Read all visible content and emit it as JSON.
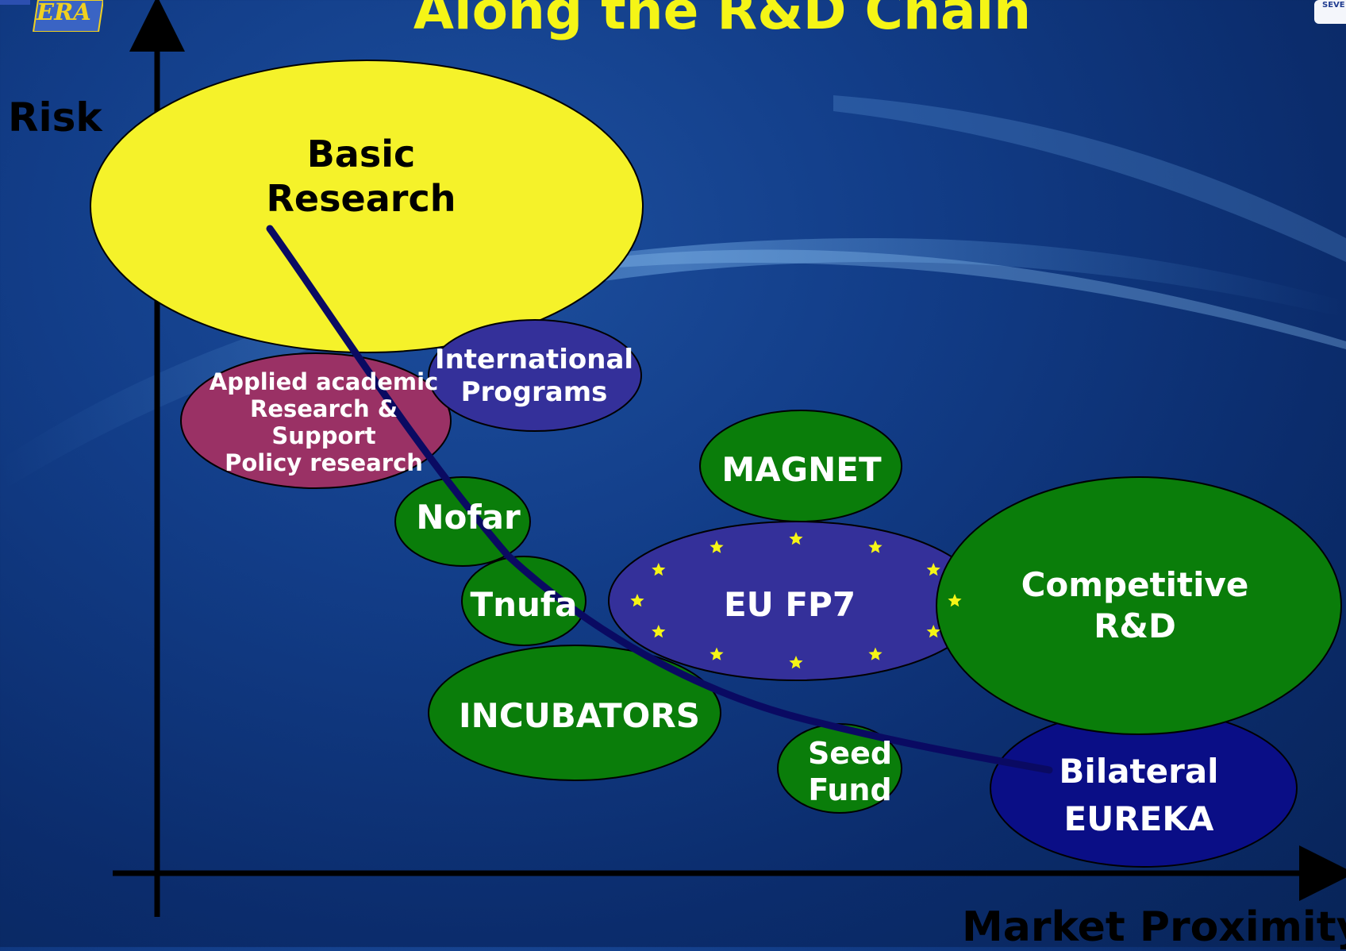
{
  "title": "Along the R&D Chain",
  "logo_text": "ERA",
  "corner_badge_text": "SEVE",
  "axes": {
    "y_label": "Risk",
    "x_label": "Market Proximity"
  },
  "colors": {
    "yellow": "#f5f22a",
    "green": "#0a7d0a",
    "purple": "#34309a",
    "navy": "#0a0e86",
    "magenta": "#9a3165",
    "title": "#f5f516",
    "curve": "#0a0a62",
    "star": "#f5f516"
  },
  "bubbles": [
    {
      "id": "basic-research",
      "label": "Basic\nResearch",
      "color": "yellow",
      "text_color": "#000000"
    },
    {
      "id": "applied-research",
      "label": "Applied academic\nResearch & Support\nPolicy research",
      "color": "magenta",
      "text_color": "#ffffff"
    },
    {
      "id": "international-programs",
      "label": "International\nPrograms",
      "color": "purple",
      "text_color": "#ffffff"
    },
    {
      "id": "magnet",
      "label": "MAGNET",
      "color": "green",
      "text_color": "#ffffff"
    },
    {
      "id": "nofar",
      "label": "Nofar",
      "color": "green",
      "text_color": "#ffffff"
    },
    {
      "id": "tnufa",
      "label": "Tnufa",
      "color": "green",
      "text_color": "#ffffff"
    },
    {
      "id": "eu-fp7",
      "label": "EU FP7",
      "color": "purple",
      "text_color": "#ffffff"
    },
    {
      "id": "competitive-rd",
      "label": "Competitive\nR&D",
      "color": "green",
      "text_color": "#ffffff"
    },
    {
      "id": "incubators",
      "label": "INCUBATORS",
      "color": "green",
      "text_color": "#ffffff"
    },
    {
      "id": "seed-fund",
      "label": "Seed\nFund",
      "color": "green",
      "text_color": "#ffffff"
    },
    {
      "id": "bilateral-eureka",
      "label": "Bilateral\nEUREKA",
      "color": "navy",
      "text_color": "#ffffff"
    }
  ]
}
